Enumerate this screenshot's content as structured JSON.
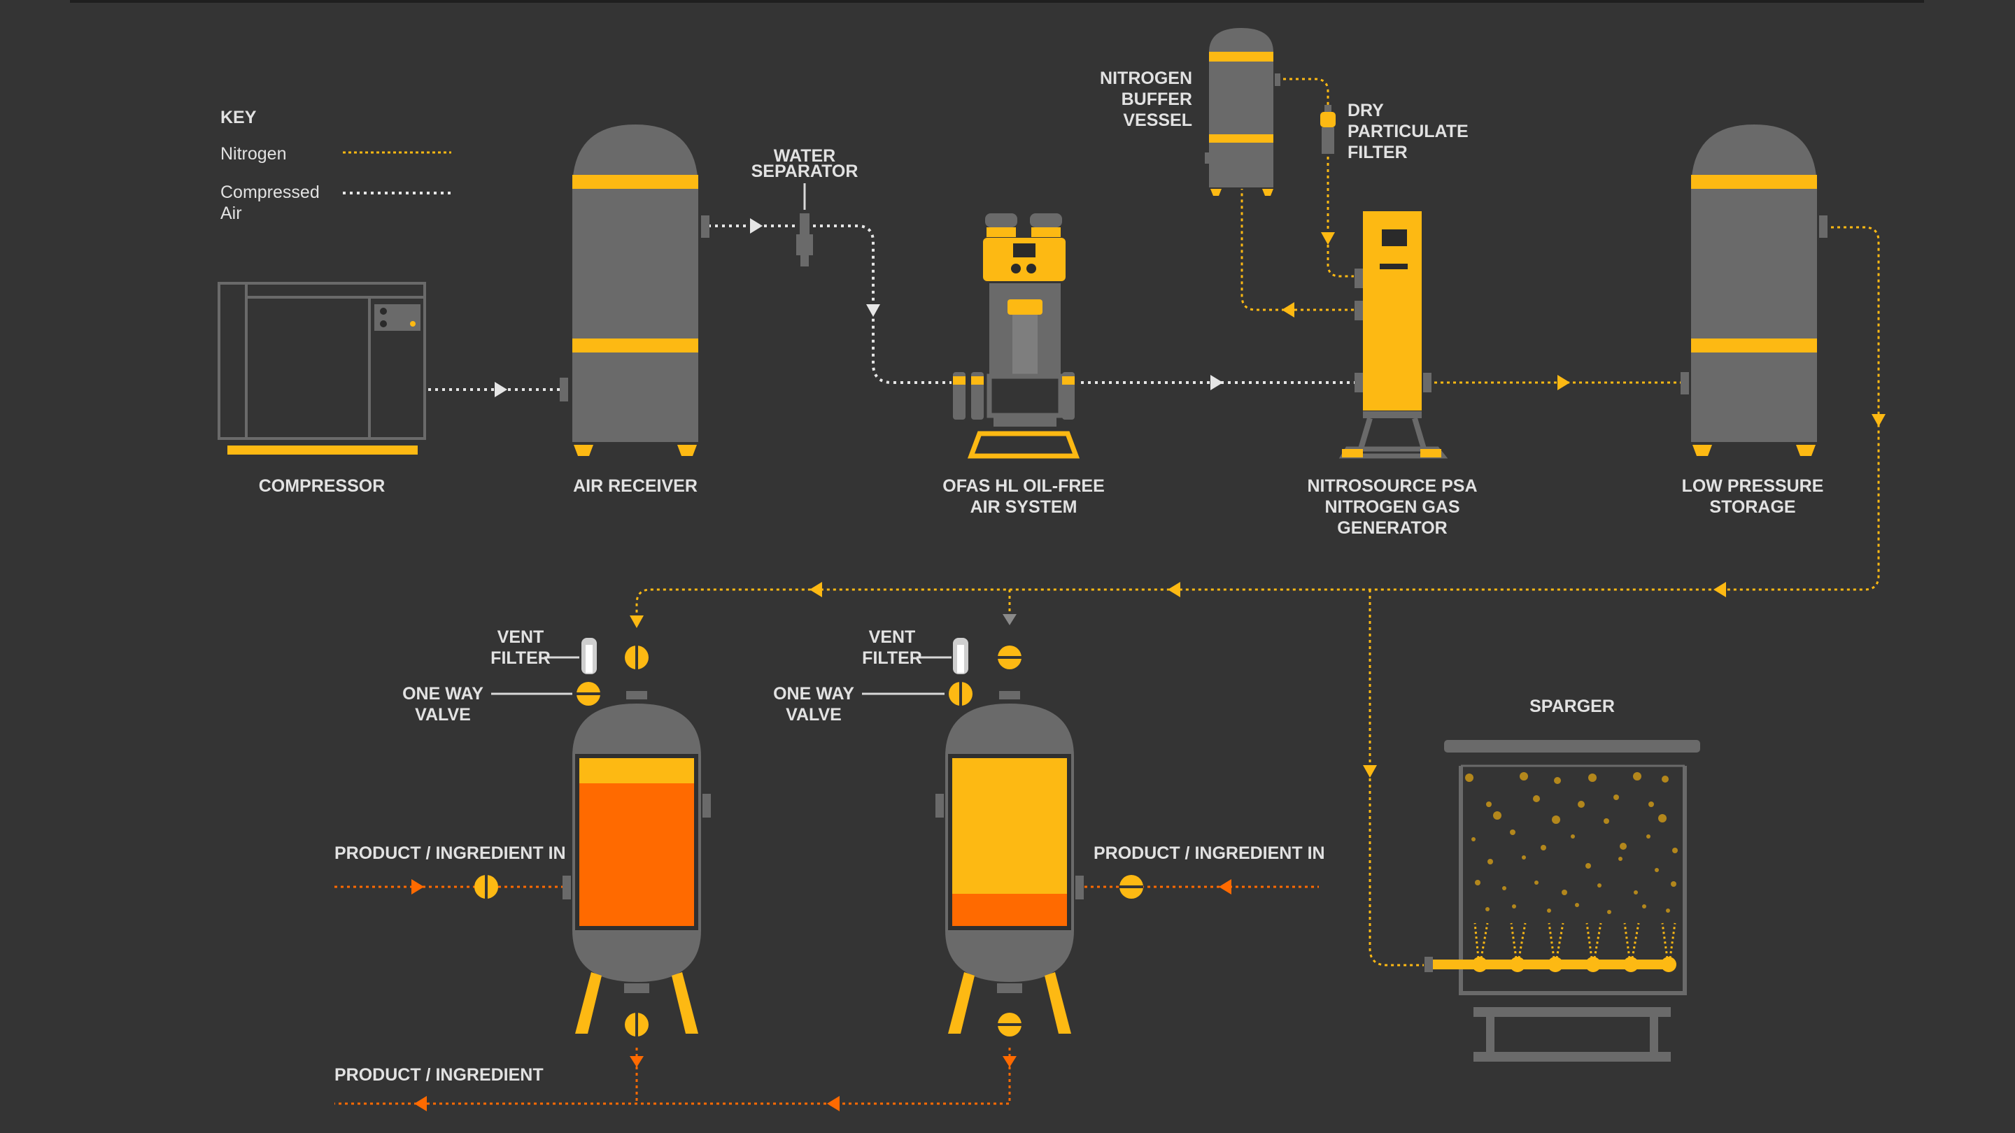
{
  "colors": {
    "background": "#343434",
    "equipment": "#6a6a6a",
    "yellow": "#fdb913",
    "orange": "#ff6a00",
    "air_line": "#e6e6e6",
    "label": "#e2e2e2",
    "dark": "#2a2a2a"
  },
  "key": {
    "title": "KEY",
    "nitrogen": "Nitrogen",
    "compressed_air_line1": "Compressed",
    "compressed_air_line2": "Air"
  },
  "labels": {
    "compressor": "COMPRESSOR",
    "air_receiver": "AIR RECEIVER",
    "water_separator_1": "WATER",
    "water_separator_2": "SEPARATOR",
    "ofas_1": "OFAS HL OIL-FREE",
    "ofas_2": "AIR SYSTEM",
    "buffer_1": "NITROGEN",
    "buffer_2": "BUFFER",
    "buffer_3": "VESSEL",
    "dry_1": "DRY",
    "dry_2": "PARTICULATE",
    "dry_3": "FILTER",
    "nitro_1": "NITROSOURCE PSA",
    "nitro_2": "NITROGEN GAS",
    "nitro_3": "GENERATOR",
    "storage_1": "LOW PRESSURE",
    "storage_2": "STORAGE",
    "vent_1": "VENT",
    "vent_2": "FILTER",
    "valve_1": "ONE WAY",
    "valve_2": "VALVE",
    "product_in": "PRODUCT / INGREDIENT IN",
    "product_out": "PRODUCT / INGREDIENT",
    "sparger": "SPARGER"
  }
}
